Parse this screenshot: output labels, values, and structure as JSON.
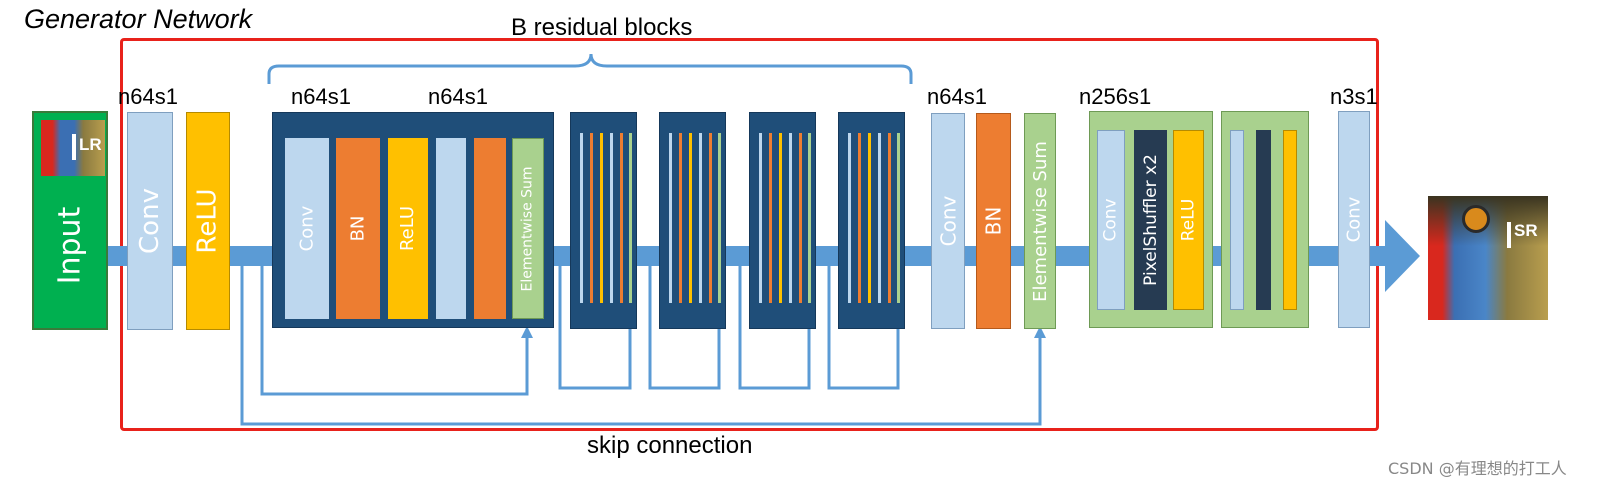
{
  "title": "Generator Network",
  "group_label": "B residual blocks",
  "skip_label": "skip connection",
  "labels": {
    "n64s1_first": "n64s1",
    "n64s1_res_a": "n64s1",
    "n64s1_res_b": "n64s1",
    "n64s1_post": "n64s1",
    "n256s1": "n256s1",
    "n3s1": "n3s1"
  },
  "layers": {
    "input": "Input",
    "conv1": "Conv",
    "relu1": "ReLU",
    "res_conv": "Conv",
    "res_bn": "BN",
    "res_relu": "ReLU",
    "res_sum": "Elementwise Sum",
    "post_conv": "Conv",
    "post_bn": "BN",
    "post_sum": "Elementwise Sum",
    "up_conv": "Conv",
    "pixelshuffler": "PixelShuffler x2",
    "up_relu": "ReLU",
    "final_conv": "Conv"
  },
  "images": {
    "input_tag": "I",
    "input_sub": "LR",
    "output_tag": "I",
    "output_sub": "SR"
  },
  "colors": {
    "outline": "#e8221b",
    "arrow": "#5b9bd5",
    "conv": "#bdd7ee",
    "relu": "#ffc000",
    "bn": "#ed7d31",
    "res_bg": "#1f4e79",
    "up_bg": "#a9d18e",
    "input": "#00b050"
  },
  "watermark": "CSDN @有理想的打工人"
}
